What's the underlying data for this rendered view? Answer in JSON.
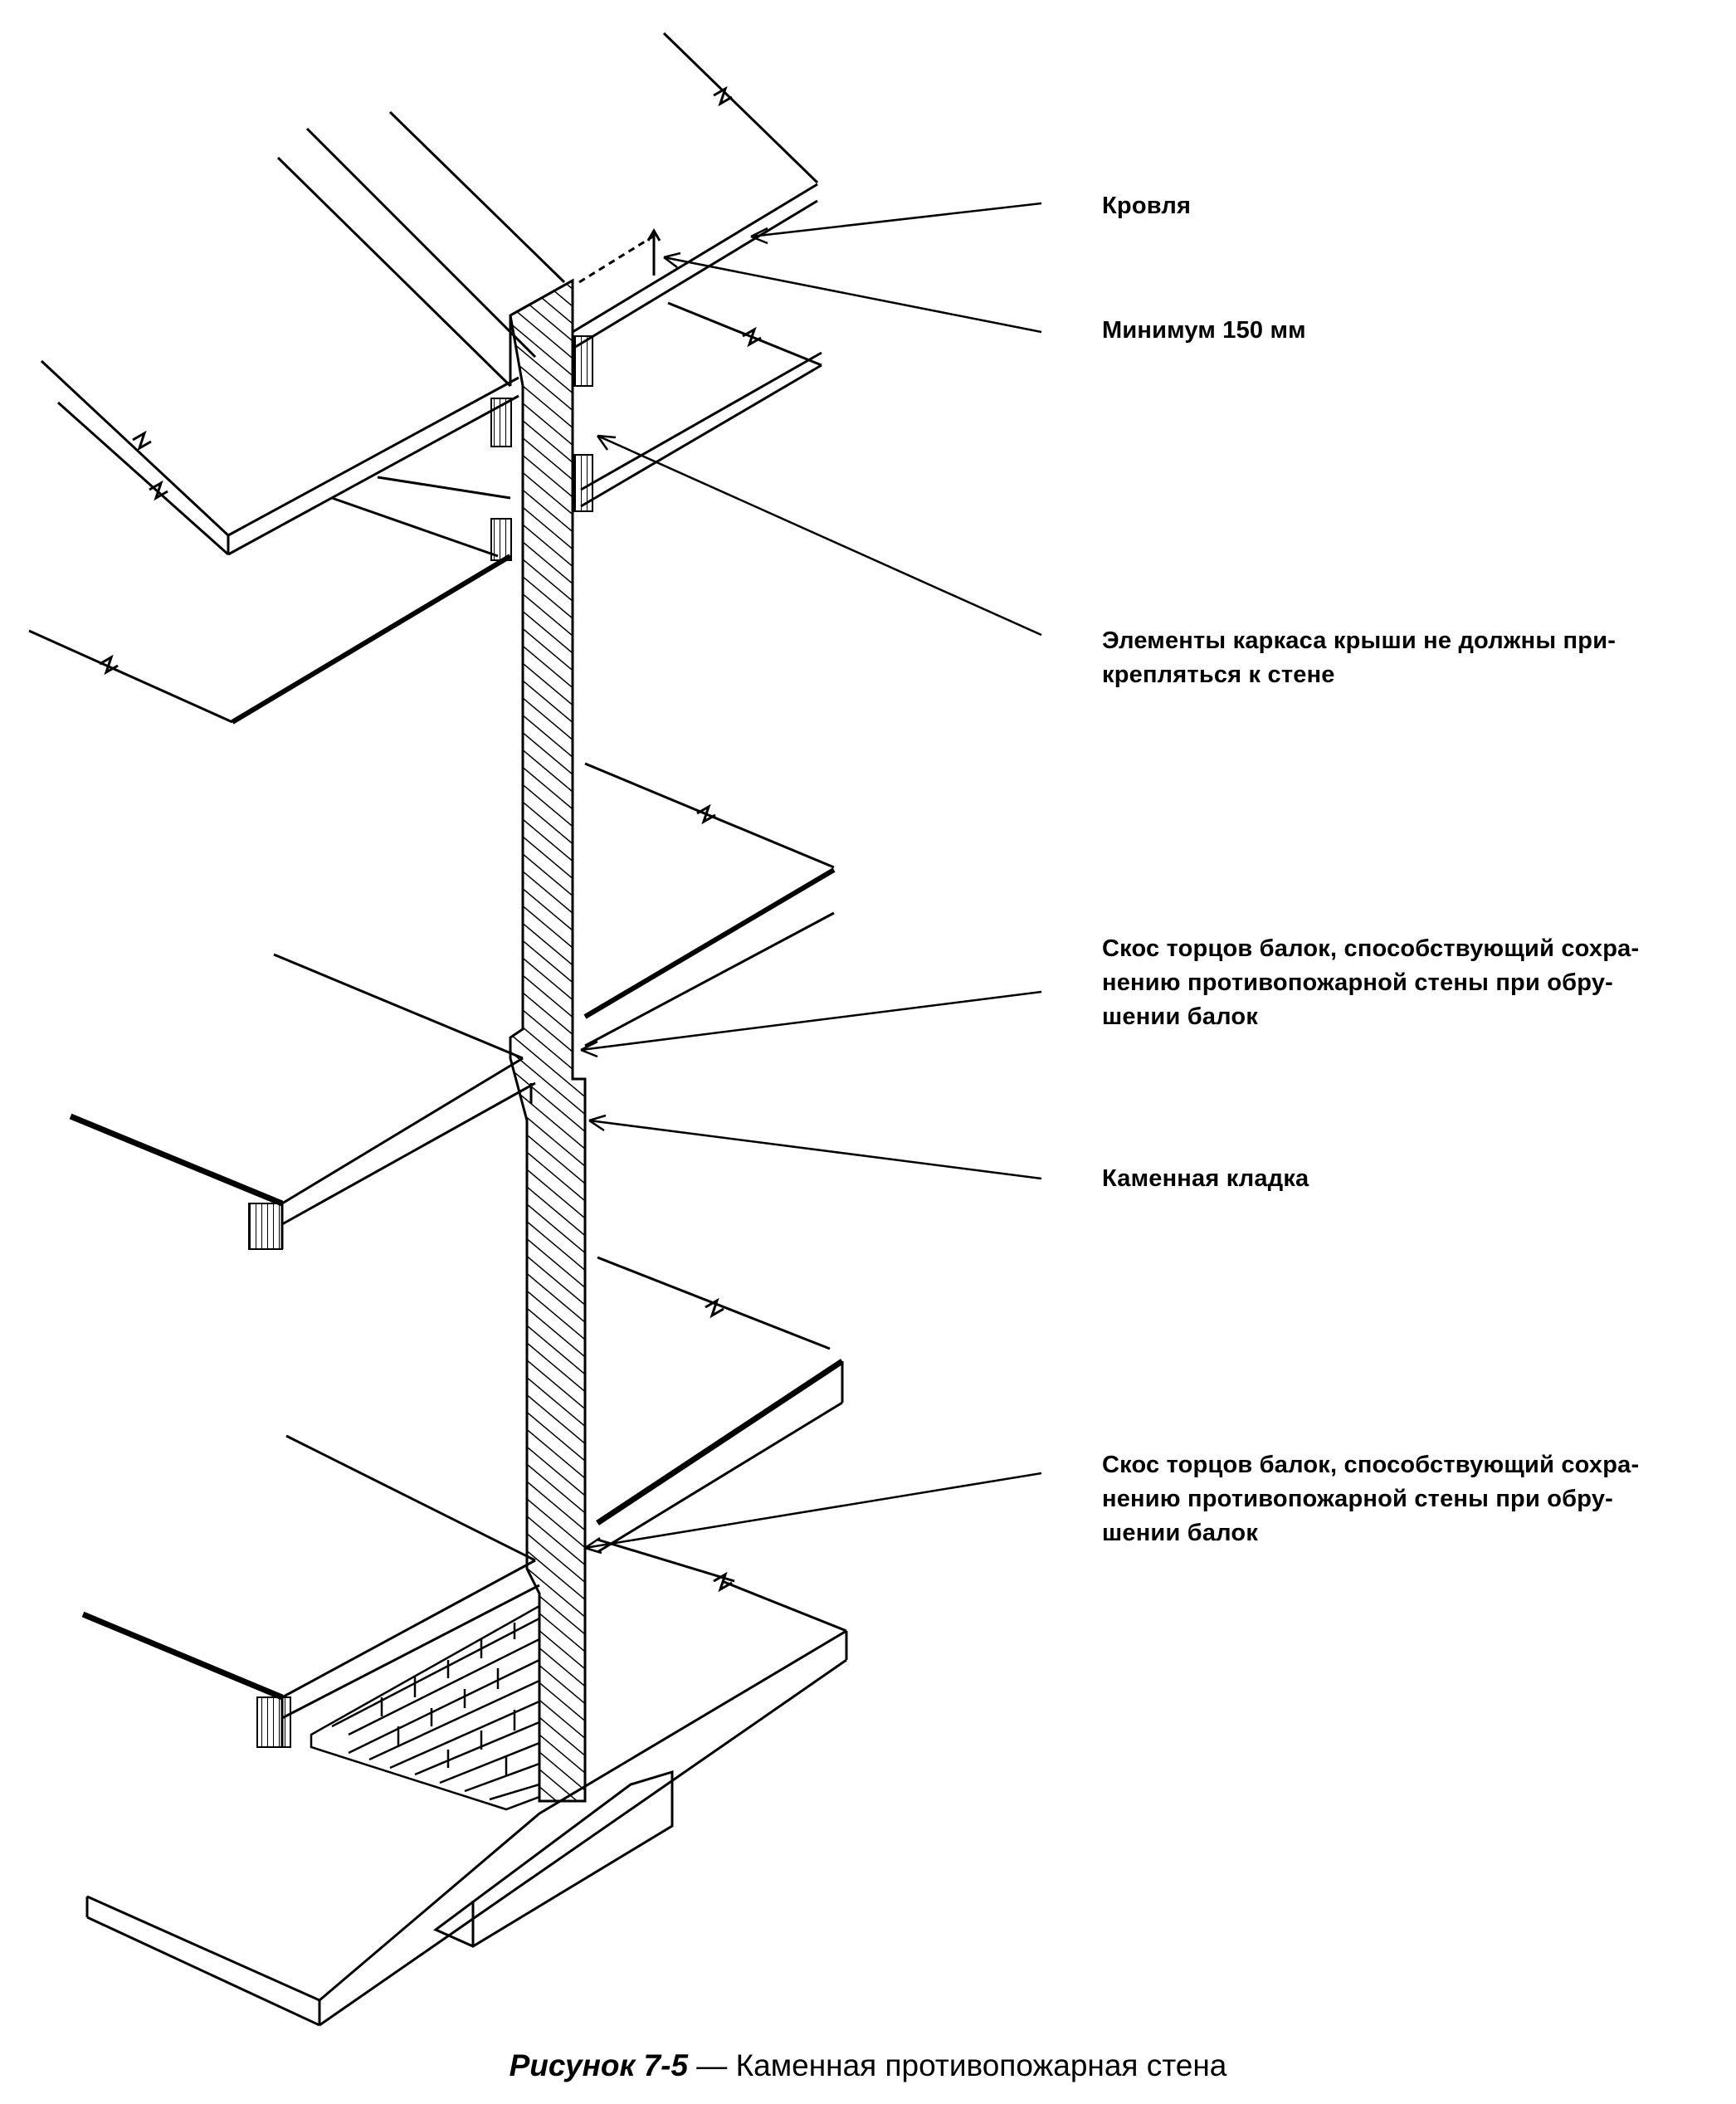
{
  "labels": {
    "roof": "Кровля",
    "minimum": "Минимум 150 мм",
    "frame": "Элементы каркаса крыши не должны при-\nкрепляться к стене",
    "bevel_upper": "Скос торцов балок, способствующий сохра-\nнению противопожарной стены при обру-\nшении балок",
    "masonry": "Каменная кладка",
    "bevel_lower": "Скос торцов балок, способствующий сохра-\nнению противопожарной стены при обру-\nшении балок"
  },
  "caption": {
    "title": "Рисунок 7-5",
    "text": " — Каменная противопожарная стена"
  }
}
